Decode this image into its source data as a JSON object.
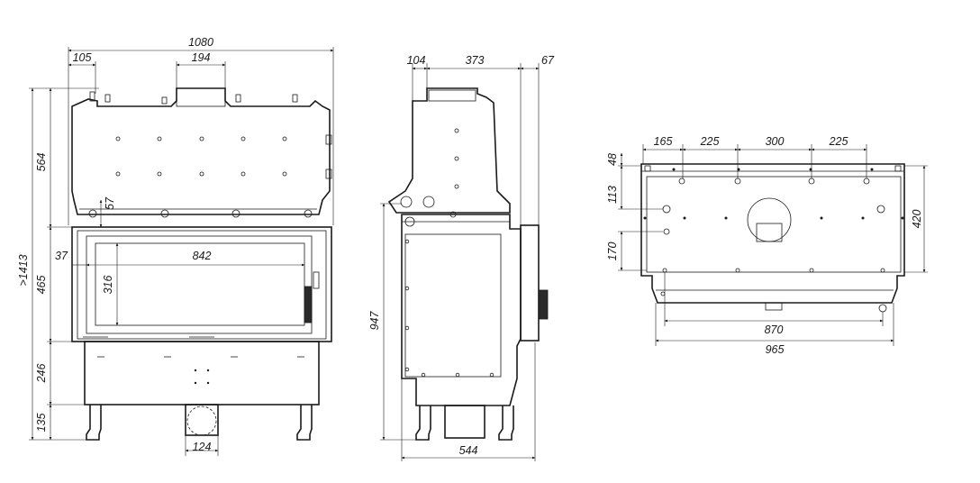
{
  "front_view": {
    "dims": {
      "width_total": "1080",
      "offset_left": "105",
      "flue_width": "194",
      "height_total": ">1413",
      "h_top": "564",
      "h_glass_frame": "465",
      "h_lower": "246",
      "h_legs": "135",
      "glass_width": "842",
      "glass_height": "316",
      "glass_offset": "37",
      "top_offset": "57",
      "air_inlet": "124"
    }
  },
  "side_view": {
    "dims": {
      "depth_front": "104",
      "depth_mid": "373",
      "depth_back": "67",
      "height": "947",
      "depth_total": "544"
    }
  },
  "top_view": {
    "dims": {
      "spacing_1": "165",
      "spacing_2": "225",
      "spacing_3": "300",
      "spacing_4": "225",
      "v_1": "48",
      "v_2": "113",
      "v_3": "170",
      "depth": "420",
      "inner_width": "870",
      "outer_width": "965"
    }
  }
}
